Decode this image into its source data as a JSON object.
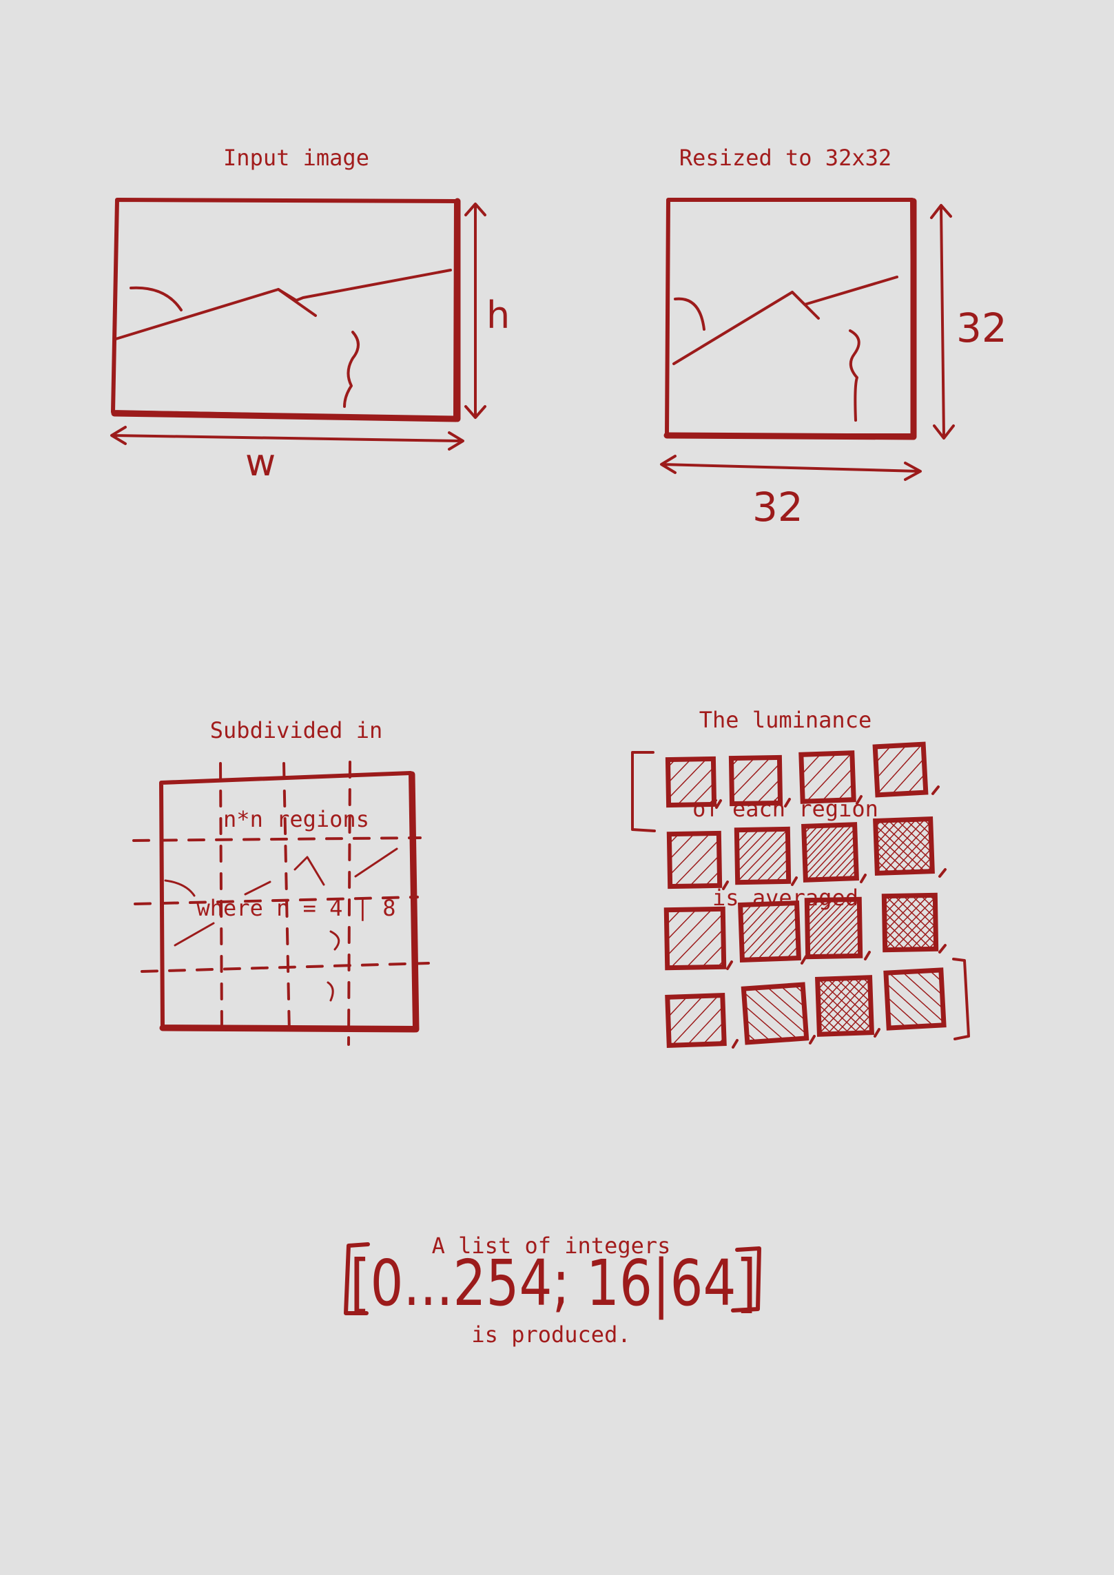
{
  "colors": {
    "background": "#e1e1e1",
    "ink": "#9c1b1b"
  },
  "panels": {
    "input": {
      "caption": "Input image",
      "width_label": "w",
      "height_label": "h"
    },
    "resized": {
      "caption": "Resized to 32x32",
      "width_label": "32",
      "height_label": "32"
    },
    "subdivided": {
      "caption_lines": [
        "Subdivided in",
        "n*n regions",
        "where n = 4 | 8"
      ]
    },
    "luminance": {
      "caption_lines": [
        "The luminance",
        "of each region",
        "is averaged"
      ]
    },
    "result": {
      "caption_lines": [
        "A list of integers",
        "is produced."
      ],
      "formula": "[0...254; 16|64]"
    }
  }
}
